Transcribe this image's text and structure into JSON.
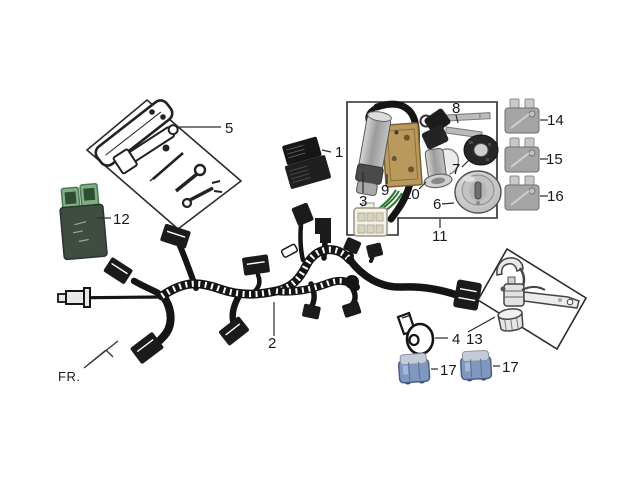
{
  "figure": {
    "type": "exploded-parts-diagram",
    "background": "#ffffff",
    "direction_label": "FR.",
    "callouts": {
      "c1": "1",
      "c2": "2",
      "c3": "3",
      "c4": "4",
      "c5": "5",
      "c6": "6",
      "c7": "7",
      "c8": "8",
      "c9": "9",
      "c10": "10",
      "c11": "11",
      "c12": "12",
      "c13": "13",
      "c14": "14",
      "c15": "15",
      "c16": "16",
      "c17a": "17",
      "c17b": "17"
    },
    "colors": {
      "line": "#1a1a1a",
      "harness_black": "#151515",
      "cdi_body_green": "#3f4c41",
      "cdi_connector_green": "#7fae84",
      "bracket_brass": "#b9995c",
      "wire_green": "#2f7d36",
      "relay_blue": "#8097bf",
      "fuse_gray": "#a5a5a5",
      "connector_cream": "#f4f1e6",
      "metal_gray": "#c9c9c9"
    }
  }
}
